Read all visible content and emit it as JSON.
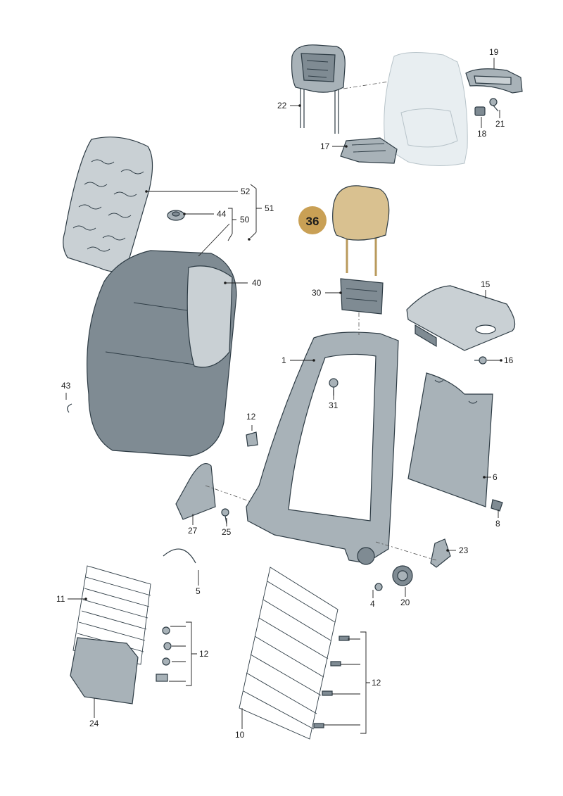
{
  "highlight": {
    "label": "36",
    "fill": "#c9a055",
    "part_color": "#d9c190"
  },
  "callouts": [
    {
      "id": "c1",
      "text": "1"
    },
    {
      "id": "c4",
      "text": "4"
    },
    {
      "id": "c5",
      "text": "5"
    },
    {
      "id": "c6",
      "text": "6"
    },
    {
      "id": "c8",
      "text": "8"
    },
    {
      "id": "c10",
      "text": "10"
    },
    {
      "id": "c11",
      "text": "11"
    },
    {
      "id": "c12a",
      "text": "12"
    },
    {
      "id": "c12b",
      "text": "12"
    },
    {
      "id": "c12c",
      "text": "12"
    },
    {
      "id": "c15",
      "text": "15"
    },
    {
      "id": "c16",
      "text": "16"
    },
    {
      "id": "c17",
      "text": "17"
    },
    {
      "id": "c18",
      "text": "18"
    },
    {
      "id": "c19",
      "text": "19"
    },
    {
      "id": "c20",
      "text": "20"
    },
    {
      "id": "c21",
      "text": "21"
    },
    {
      "id": "c22",
      "text": "22"
    },
    {
      "id": "c23",
      "text": "23"
    },
    {
      "id": "c24",
      "text": "24"
    },
    {
      "id": "c25",
      "text": "25"
    },
    {
      "id": "c27",
      "text": "27"
    },
    {
      "id": "c30",
      "text": "30"
    },
    {
      "id": "c31",
      "text": "31"
    },
    {
      "id": "c40",
      "text": "40"
    },
    {
      "id": "c43",
      "text": "43"
    },
    {
      "id": "c44",
      "text": "44"
    },
    {
      "id": "c50",
      "text": "50"
    },
    {
      "id": "c51",
      "text": "51"
    },
    {
      "id": "c52",
      "text": "52"
    }
  ]
}
